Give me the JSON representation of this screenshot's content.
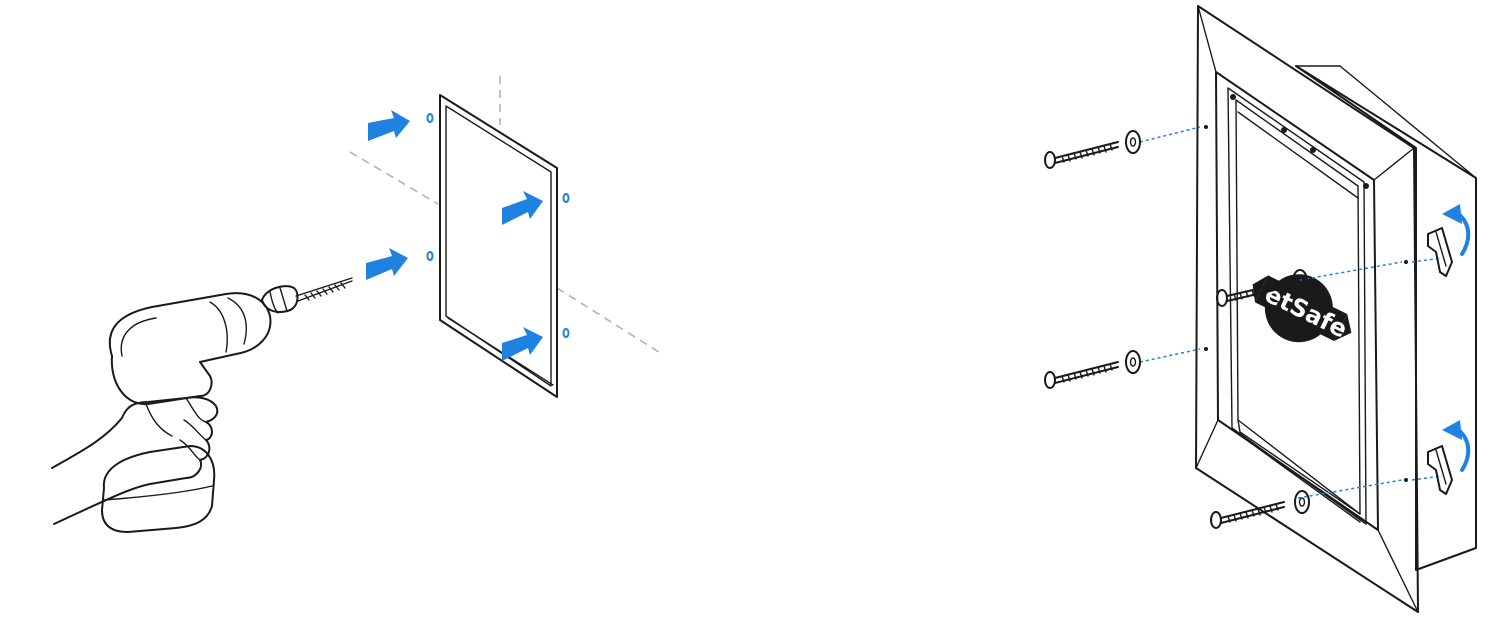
{
  "colors": {
    "ink": "#1a1a1a",
    "accent_blue": "#1f82e0",
    "guide_gray": "#b3b3b3",
    "background": "#ffffff"
  },
  "figures": {
    "left": {
      "icons": [
        "drill-icon",
        "hand-icon",
        "template-sheet-icon",
        "direction-arrow-icon"
      ],
      "arrow_count": 4,
      "hole_marks": 4
    },
    "right": {
      "icons": [
        "door-frame-icon",
        "screw-icon",
        "washer-icon",
        "clamp-icon",
        "rotate-arrow-icon",
        "brand-logo-icon"
      ],
      "screw_count": 4,
      "clamp_count": 2,
      "logo_text": "etSafe"
    }
  }
}
